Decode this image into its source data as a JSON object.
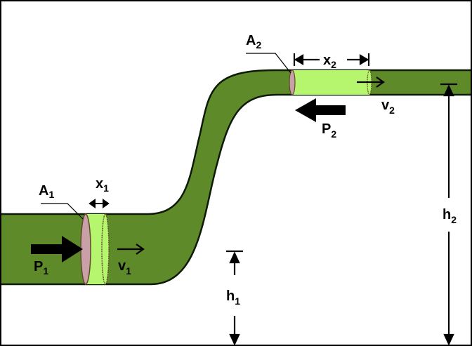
{
  "colors": {
    "pipe": "#5e8a2a",
    "pipe_outline": "#0e1a05",
    "fluid_segment": "#b6f56e",
    "cross_section": "#c9a0a8",
    "background": "#ffffff",
    "ink": "#000000"
  },
  "labels": {
    "A1": {
      "main": "A",
      "sub": "1"
    },
    "x1": {
      "main": "x",
      "sub": "1"
    },
    "P1": {
      "main": "P",
      "sub": "1"
    },
    "v1": {
      "main": "v",
      "sub": "1"
    },
    "h1": {
      "main": "h",
      "sub": "1"
    },
    "A2": {
      "main": "A",
      "sub": "2"
    },
    "x2": {
      "main": "x",
      "sub": "2"
    },
    "P2": {
      "main": "P",
      "sub": "2"
    },
    "v2": {
      "main": "v",
      "sub": "2"
    },
    "h2": {
      "main": "h",
      "sub": "2"
    }
  },
  "icons": {
    "pressure_arrow_1": "thick-right-arrow-icon",
    "pressure_arrow_2": "thick-left-arrow-icon",
    "velocity_arrow_1": "thin-right-arrow-icon",
    "velocity_arrow_2": "thin-right-arrow-icon",
    "height_arrow_1": "double-headed-vertical-arrow-icon",
    "height_arrow_2": "double-headed-vertical-arrow-icon",
    "length_arrow_1": "double-headed-horizontal-arrow-icon",
    "length_arrow_2": "double-headed-horizontal-arrow-icon"
  }
}
